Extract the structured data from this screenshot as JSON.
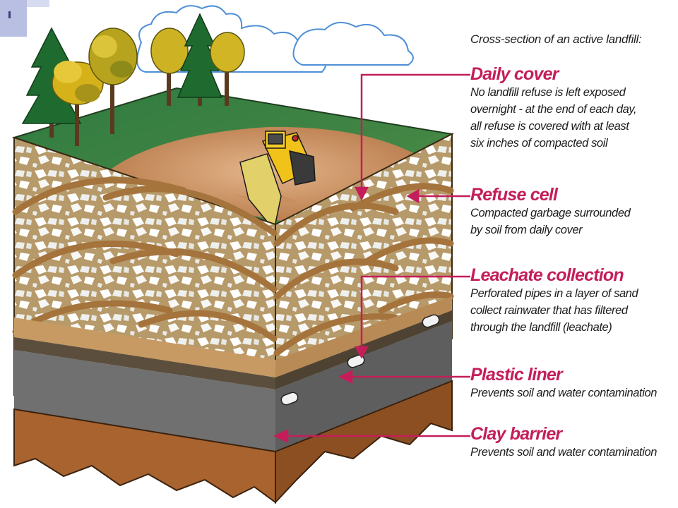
{
  "accent_color": "#c41e5a",
  "intro": "Cross-section of an active landfill:",
  "layers": [
    {
      "title": "Daily cover",
      "description": "No landfill refuse is left exposed\novernight - at the end of each day,\nall refuse is covered with at least\nsix inches of compacted soil"
    },
    {
      "title": "Refuse cell",
      "description": "Compacted garbage surrounded\nby soil from daily cover"
    },
    {
      "title": "Leachate collection",
      "description": "Perforated pipes in a layer of sand\ncollect rainwater that has filtered\nthrough the landfill (leachate)"
    },
    {
      "title": "Plastic liner",
      "description": "Prevents soil and water contamination"
    },
    {
      "title": "Clay barrier",
      "description": "Prevents soil and water contamination"
    }
  ]
}
